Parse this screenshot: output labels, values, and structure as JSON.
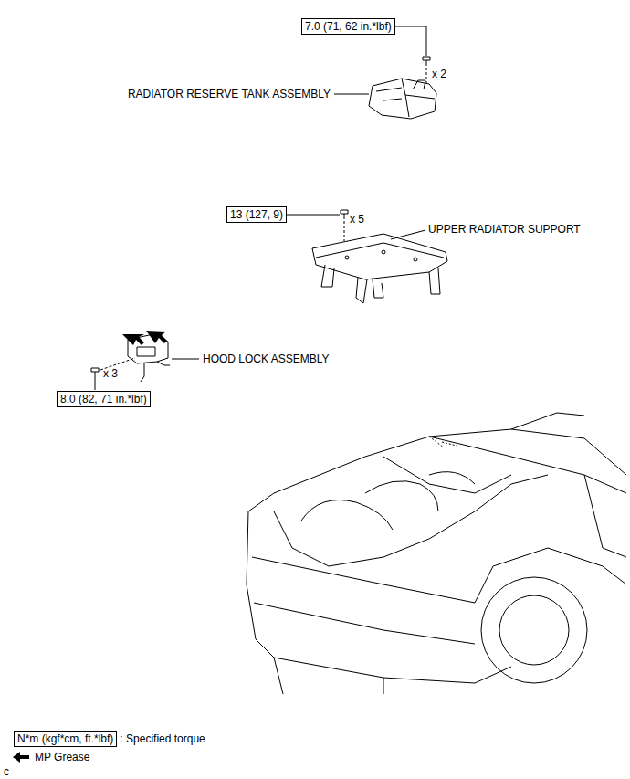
{
  "diagram": {
    "nodes": [
      {
        "text": [
          "7.0 (71, 62 in.*lbf)"
        ]
      },
      {
        "text": [
          "13 (127, 9)"
        ]
      },
      {
        "text": [
          "8.0 (82, 71 in.*lbf)"
        ]
      },
      {
        "text": [
          "N*m (kgf*cm, ft.*lbf)"
        ]
      }
    ],
    "labels": [
      "x 2",
      "RADIATOR RESERVE TANK ASSEMBLY",
      "x 5",
      "UPPER RADIATOR SUPPORT",
      "x 3",
      "HOOD LOCK ASSEMBLY",
      ": Specified torque",
      "c"
    ],
    "legend": [
      {
        "text": "MP Grease"
      }
    ]
  }
}
